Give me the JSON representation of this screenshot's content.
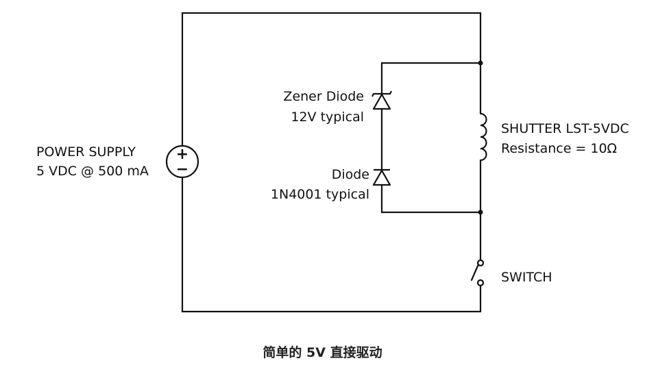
{
  "power_supply": {
    "name": "POWER SUPPLY",
    "rating": "5 VDC @ 500 mA",
    "plus_symbol": "+",
    "minus_symbol": "−"
  },
  "zener_diode": {
    "name": "Zener Diode",
    "rating": "12V typical"
  },
  "diode": {
    "name": "Diode",
    "part": "1N4001 typical"
  },
  "shutter": {
    "name": "SHUTTER LST-5VDC",
    "resistance": "Resistance = 10Ω"
  },
  "switch": {
    "name": "SWITCH"
  },
  "caption": "简单的 5V 直接驱动",
  "colors": {
    "wire": "#111111",
    "text": "#111111"
  }
}
